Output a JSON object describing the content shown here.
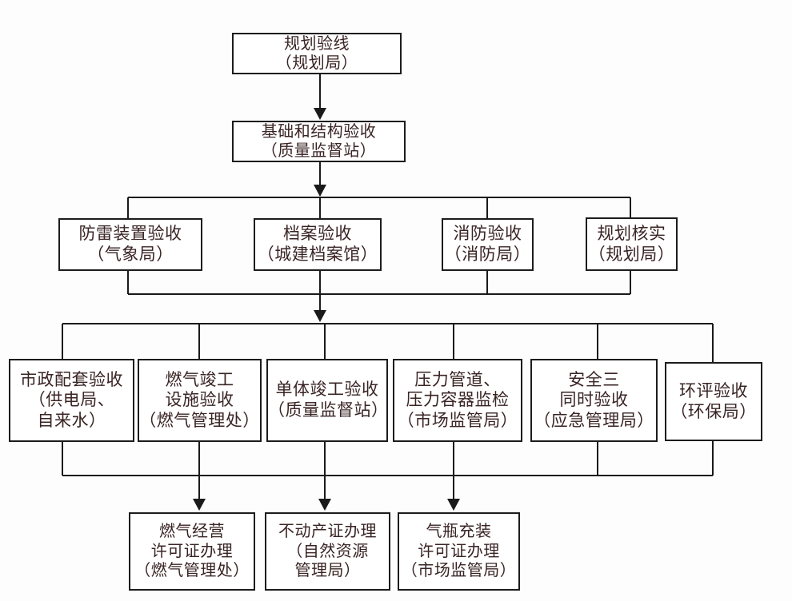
{
  "diagram_type": "flowchart",
  "colors": {
    "line": "#1a1a1a",
    "box_border": "#1c1c1c",
    "box_fill": "#ffffff",
    "text": "#3a2424",
    "background": "#fdfdfd"
  },
  "nodes": {
    "plan_line": {
      "label": "规划验线\n（规划局）"
    },
    "foundation": {
      "label": "基础和结构验收\n（质量监督站）"
    },
    "lightning": {
      "label": "防雷装置验收\n（气象局）"
    },
    "archives": {
      "label": "档案验收\n（城建档案馆）"
    },
    "fire": {
      "label": "消防验收\n（消防局）"
    },
    "plan_verify": {
      "label": "规划核实\n（规划局）"
    },
    "municipal": {
      "label": "市政配套验收\n（供电局、\n自来水）"
    },
    "gas_facility": {
      "label": "燃气竣工\n设施验收\n（燃气管理处）"
    },
    "single_building": {
      "label": "单体竣工验收\n（质量监督站）"
    },
    "pressure": {
      "label": "压力管道、\n压力容器监检\n（市场监管局）"
    },
    "safety_three": {
      "label": "安全三\n同时验收\n（应急管理局）"
    },
    "env_assessment": {
      "label": "环评验收\n（环保局）"
    },
    "gas_license": {
      "label": "燃气经营\n许可证办理\n（燃气管理处）"
    },
    "real_estate": {
      "label": "不动产证办理\n（自然资源\n管理局）"
    },
    "cylinder_license": {
      "label": "气瓶充装\n许可证办理\n（市场监管局）"
    }
  }
}
